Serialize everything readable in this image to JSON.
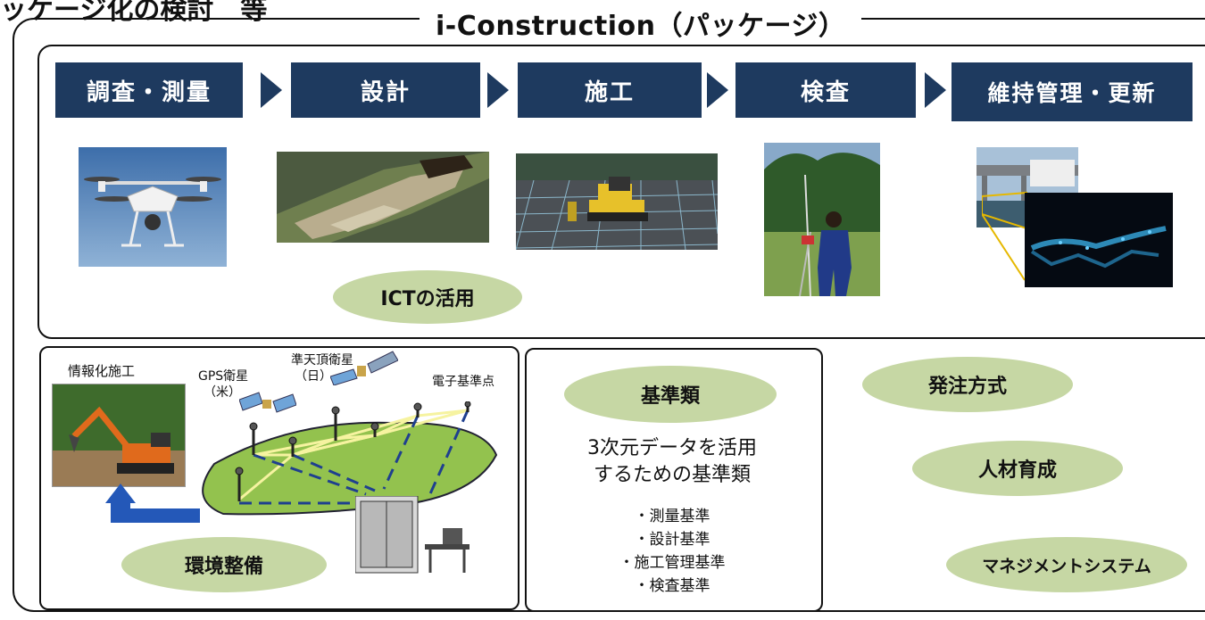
{
  "header": {
    "left_text": "ッケージ化の検討　等",
    "title": "i-Construction（パッケージ）"
  },
  "stages": [
    "調査・測量",
    "設計",
    "施工",
    "検査",
    "維持管理・更新"
  ],
  "ict": {
    "label": "ICTの活用"
  },
  "environment": {
    "label": "環境整備",
    "info_construction": "情報化施工",
    "gps_satellite": "GPS衛星",
    "gps_country": "（米）",
    "qzss_satellite": "準天頂衛星",
    "qzss_country": "（日）",
    "reference_point": "電子基準点"
  },
  "standards": {
    "label": "基準類",
    "description_line1": "3次元データを活用",
    "description_line2": "するための基準類",
    "items": [
      "・測量基準",
      "・設計基準",
      "・施工管理基準",
      "・検査基準"
    ]
  },
  "others": [
    "発注方式",
    "人材育成",
    "マネジメントシステム"
  ],
  "colors": {
    "stage_bg": "#1e3a5f",
    "oval_bg": "#c6d7a4",
    "ground": "#93c24e",
    "link_line": "#f6f3a0",
    "dash_line": "#1f3f8f"
  }
}
